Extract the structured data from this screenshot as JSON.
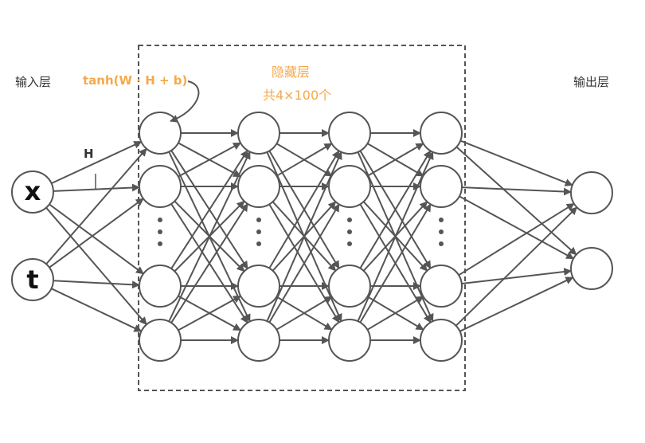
{
  "labels": {
    "input_layer": "输入层",
    "output_layer": "输出层",
    "hidden_layer": "隐藏层",
    "hidden_count": "共4×100个",
    "activation": "tanh(W · H + b)",
    "edge_label": "H"
  },
  "input_nodes": [
    "x",
    "t"
  ],
  "hidden_layers": 4,
  "hidden_nodes_drawn_per_layer": 4,
  "output_nodes": 2,
  "colors": {
    "stroke": "#555555",
    "highlight": "#f5a94a",
    "text": "#333333"
  }
}
